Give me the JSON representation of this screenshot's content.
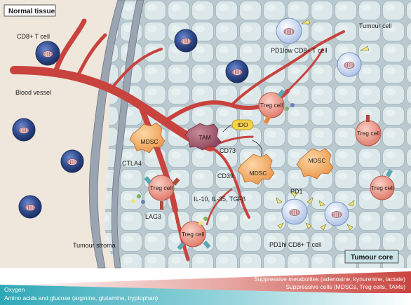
{
  "labels": {
    "normal_tissue": "Normal tissue",
    "tumour_core": "Tumour core",
    "cd8_t_cell": "CD8+ T cell",
    "blood_vessel": "Blood vessel",
    "tumour_stroma": "Tumour stroma",
    "tumour_cell": "Tumour cell",
    "pd1_low_cd8_t_cell": "PD1low CD8+ T cell",
    "pd1_hi_cd8_t_cell": "PD1hi CD8+ T cell",
    "mdsc": "MDSC",
    "tam": "TAM",
    "ido": "IDO",
    "treg_cell": "Treg cell",
    "ctla4": "CTLA4",
    "lag3": "LAG3",
    "cd73": "CD73",
    "cd39": "CD39",
    "pd1": "PD1",
    "cytokines": "IL-10, IL-35, TGFβ"
  },
  "gradients": {
    "suppressive_metabolites": "Suppressive metabolites (adenosine, kynurenine, lactate)",
    "suppressive_cells": "Suppressive cells (MDSCs, Treg cells, TAMs)",
    "oxygen": "Oxygen",
    "nutrients": "Amino acids and glucose (arginine, glutamine, tryptophan)"
  },
  "colors": {
    "vessel": "#c9433e",
    "tumour_cell_fill": "#dfe9ea",
    "normal_tissue_bg": "#efe7dc",
    "stroma": "#9aa5b1",
    "cd8_cell": "#2e4a8c",
    "mdsc": "#f0a35b",
    "treg": "#e88a7a",
    "tam": "#a8596c",
    "ido": "#f5d24a",
    "gradient_red": "#c9433e",
    "gradient_teal": "#2fa8b8"
  }
}
